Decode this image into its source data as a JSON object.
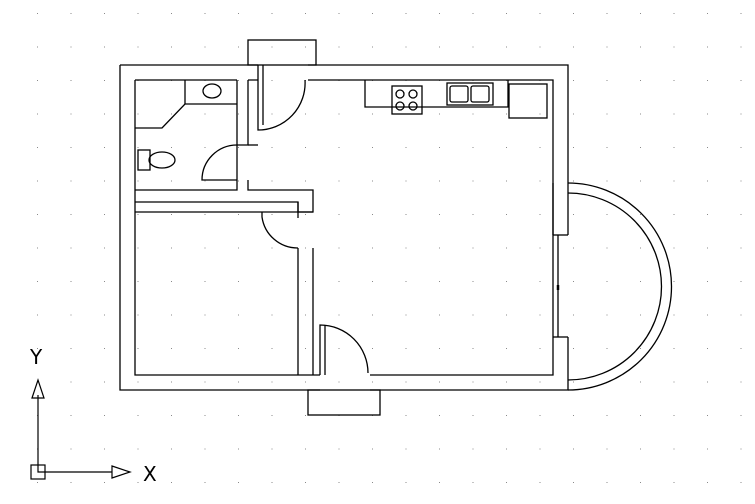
{
  "drawing": {
    "background": "#ffffff",
    "line_color": "#000000",
    "grid_color": "#8a8a8a",
    "grid": true
  },
  "ucs": {
    "x_label": "X",
    "y_label": "Y"
  },
  "floor_plan": {
    "rooms": [
      "bathroom",
      "bedroom",
      "living-kitchen"
    ],
    "fixtures": [
      "toilet",
      "bathroom-sink",
      "vanity-counter",
      "stove",
      "kitchen-sink",
      "refrigerator",
      "bay-window",
      "entry-door",
      "back-door",
      "bathroom-door",
      "bedroom-door"
    ]
  }
}
